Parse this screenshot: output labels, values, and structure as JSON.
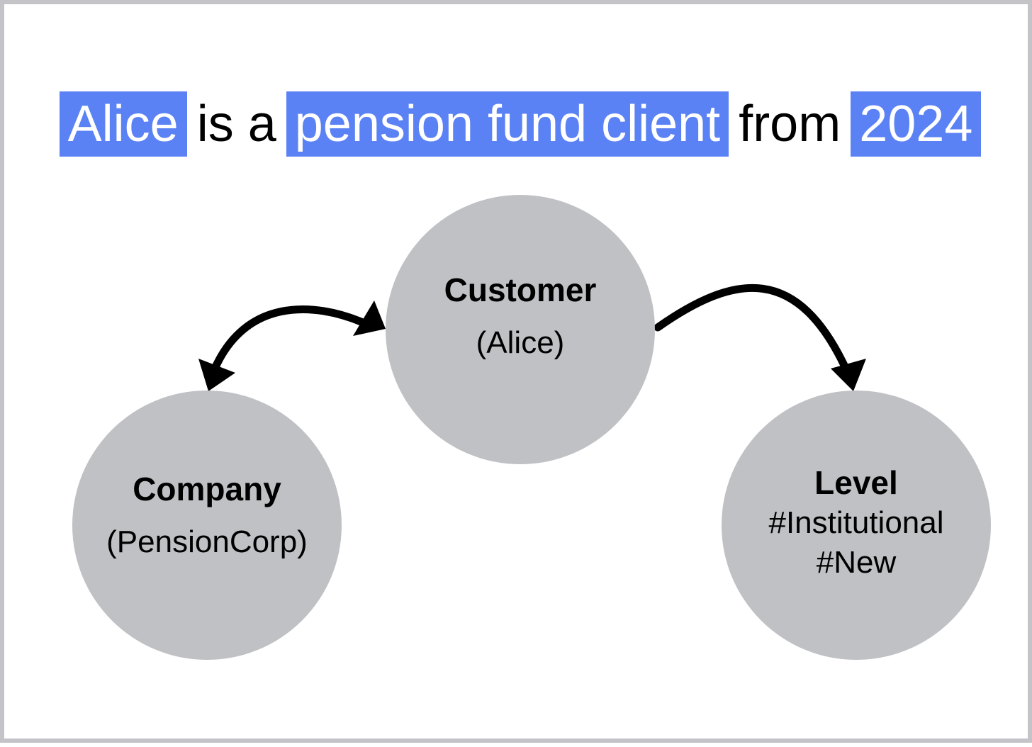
{
  "headline": {
    "parts": [
      {
        "text": "Alice",
        "highlight": true
      },
      {
        "text": "is a",
        "highlight": false
      },
      {
        "text": "pension fund client",
        "highlight": true
      },
      {
        "text": "from",
        "highlight": false
      },
      {
        "text": "2024",
        "highlight": true
      }
    ]
  },
  "nodes": {
    "customer": {
      "title": "Customer",
      "subtitle": "(Alice)"
    },
    "company": {
      "title": "Company",
      "subtitle": "(PensionCorp)"
    },
    "level": {
      "title": "Level",
      "tags": [
        "#Institutional",
        "#New"
      ]
    }
  },
  "edges": [
    {
      "from": "customer",
      "to": "company",
      "direction": "bidirectional"
    },
    {
      "from": "customer",
      "to": "level",
      "direction": "forward"
    }
  ],
  "colors": {
    "highlight": "#5b82f5",
    "node_fill": "#c0c1c5",
    "border": "#c4c4c8",
    "arrow": "#000000"
  }
}
